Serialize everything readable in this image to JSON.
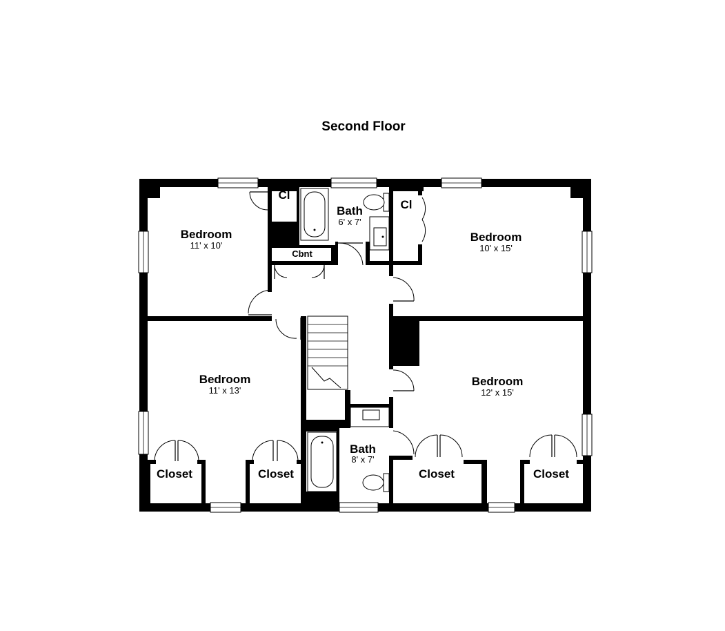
{
  "title": "Second Floor",
  "rooms": {
    "bedroom_nw": {
      "name": "Bedroom",
      "dim": "11' x 10'"
    },
    "bedroom_ne": {
      "name": "Bedroom",
      "dim": "10' x 15'"
    },
    "bedroom_sw": {
      "name": "Bedroom",
      "dim": "11' x 13'"
    },
    "bedroom_se": {
      "name": "Bedroom",
      "dim": "12' x 15'"
    },
    "bath_upper": {
      "name": "Bath",
      "dim": "6' x 7'"
    },
    "bath_lower": {
      "name": "Bath",
      "dim": "8' x 7'"
    },
    "closet_nw": {
      "name": "Cl"
    },
    "closet_ne": {
      "name": "Cl"
    },
    "cabinet": {
      "name": "Cbnt"
    },
    "closet_1": {
      "name": "Closet"
    },
    "closet_2": {
      "name": "Closet"
    },
    "closet_3": {
      "name": "Closet"
    },
    "closet_4": {
      "name": "Closet"
    }
  },
  "colors": {
    "wall": "#000000",
    "background": "#ffffff"
  }
}
